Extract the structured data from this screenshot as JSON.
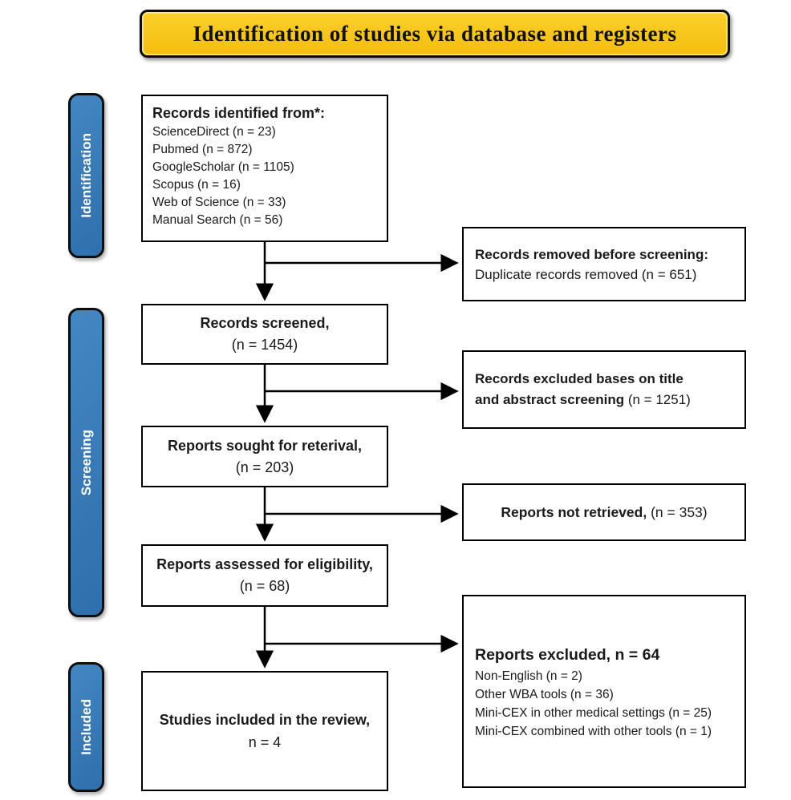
{
  "title": "Identification of studies via database and registers",
  "colors": {
    "banner_yellow": "#F8C417",
    "stage_blue": "#3779B5",
    "line_black": "#000000"
  },
  "stages": {
    "identification": "Identification",
    "screening": "Screening",
    "included": "Included"
  },
  "boxes": {
    "identified": {
      "title": "Records identified from*:",
      "items": [
        "ScienceDirect (n = 23)",
        "Pubmed (n = 872)",
        "GoogleScholar (n = 1105)",
        "Scopus (n = 16)",
        "Web of Science (n = 33)",
        "Manual Search (n = 56)"
      ]
    },
    "removed_before_screening": {
      "title": "Records removed before screening:",
      "item": "Duplicate records removed (n = 651)"
    },
    "records_screened": {
      "bold": "Records screened,",
      "normal": "(n = 1454)"
    },
    "excluded_title_abstract": {
      "line1_bold": "Records excluded bases on title",
      "line2_bold": "and abstract screening",
      "line2_normal": " (n = 1251)"
    },
    "reports_sought": {
      "bold": "Reports sought for reterival,",
      "normal": "(n = 203)"
    },
    "not_retrieved": {
      "bold": "Reports not retrieved,",
      "normal": " (n = 353)"
    },
    "assessed": {
      "bold": "Reports assessed for eligibility,",
      "normal": "(n = 68)"
    },
    "reports_excluded": {
      "title": "Reports excluded, n = 64",
      "items": [
        "Non-English (n = 2)",
        "Other WBA tools (n = 36)",
        "Mini-CEX in other medical settings (n = 25)",
        "Mini-CEX combined with other tools (n = 1)"
      ]
    },
    "included_studies": {
      "bold": "Studies included in the review,",
      "normal": "n = 4"
    }
  }
}
